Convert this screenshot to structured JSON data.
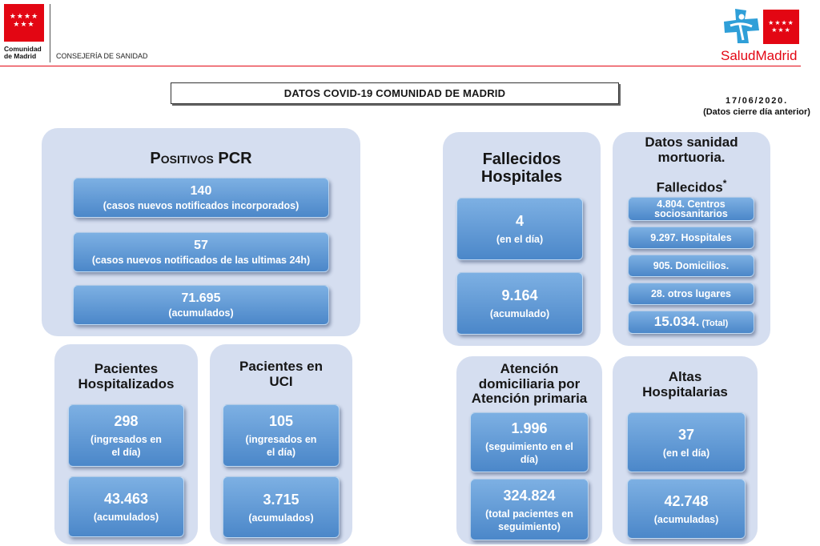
{
  "header": {
    "left_logo": {
      "stars_top": "★★★★",
      "stars_bottom": "★★★",
      "line1": "Comunidad",
      "line2": "de Madrid"
    },
    "department": "CONSEJERÍA DE SANIDAD",
    "right_logo": {
      "stars_top": "★★★★",
      "stars_bottom": "★★★",
      "brand": "SaludMadrid"
    }
  },
  "title": "DATOS COVID-19 COMUNIDAD DE MADRID",
  "date": "17/06/2020.",
  "date_note": "(Datos cierre día anterior)",
  "panels": {
    "pcr": {
      "title": "Positivos PCR",
      "items": [
        {
          "value": "140",
          "label": "(casos nuevos notificados incorporados)"
        },
        {
          "value": "57",
          "label": "(casos nuevos notificados de las ultimas 24h)"
        },
        {
          "value": "71.695",
          "label": "(acumulados)"
        }
      ]
    },
    "hospitalizados": {
      "title": "Pacientes Hospitalizados",
      "items": [
        {
          "value": "298",
          "label": "(ingresados en el día)"
        },
        {
          "value": "43.463",
          "label": "(acumulados)"
        }
      ]
    },
    "uci": {
      "title": "Pacientes en UCI",
      "items": [
        {
          "value": "105",
          "label": "(ingresados en el día)"
        },
        {
          "value": "3.715",
          "label": "(acumulados)"
        }
      ]
    },
    "fallecidos_hospitales": {
      "title": "Fallecidos Hospitales",
      "items": [
        {
          "value": "4",
          "label": "(en el día)"
        },
        {
          "value": "9.164",
          "label": "(acumulado)"
        }
      ]
    },
    "sanidad_mortuoria": {
      "title": "Datos sanidad mortuoria.",
      "subtitle": "Fallecidos",
      "subtitle_mark": "*",
      "items": [
        "4.804. Centros sociosanitarios",
        "9.297. Hospitales",
        "905. Domicilios.",
        "28. otros lugares"
      ],
      "total_value": "15.034.",
      "total_label": "(Total)"
    },
    "atencion_primaria": {
      "title": "Atención domiciliaria por Atención primaria",
      "items": [
        {
          "value": "1.996",
          "label": "(seguimiento en el día)"
        },
        {
          "value": "324.824",
          "label": "(total pacientes en seguimiento)"
        }
      ]
    },
    "altas": {
      "title": "Altas Hospitalarias",
      "items": [
        {
          "value": "37",
          "label": "(en el día)"
        },
        {
          "value": "42.748",
          "label": "(acumuladas)"
        }
      ]
    }
  },
  "colors": {
    "brand_red": "#e30613",
    "panel_bg": "#d5def0",
    "box_top": "#7db0e3",
    "box_bottom": "#4b87c9",
    "logo_blue": "#2f9fd8"
  }
}
